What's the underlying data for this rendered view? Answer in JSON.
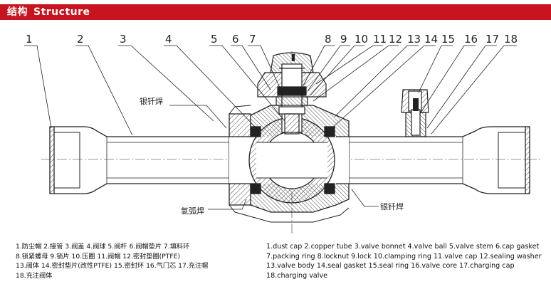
{
  "header": {
    "title_cn": "结构",
    "title_en": "Structure",
    "bar_color": "#c8141e"
  },
  "callouts": [
    "1",
    "2",
    "3",
    "4",
    "5",
    "6",
    "7",
    "8",
    "9",
    "10",
    "11",
    "12",
    "13",
    "14",
    "15",
    "16",
    "17",
    "18"
  ],
  "annotations": {
    "silver_solder_top": "银钎焊",
    "argon_arc_weld": "氩弧焊",
    "silver_solder_right": "银钎焊"
  },
  "legend_cn": [
    "1.防尘帽  2.接管    3.阀盖  4.阀球    5.阀杆  6.阀帽垫片  7.填料环",
    "8.锁紧螺母  9.锁片  10.压圈  11.阀帽  12.密封垫圈(PTFE)",
    "13.阀体  14.密封垫片(改性PTFE)  15.密封环  16.气门芯  17.充注帽",
    "18.充注阀体"
  ],
  "legend_en": [
    "1.dust cap  2.copper tube  3.valve bonnet  4.valve ball  5.valve stem  6.cap gasket",
    "7.packing ring  8.locknut  9.lock  10.clamping ring  11.valve cap  12.sealing washer",
    "13.valve body  14.seal gasket  15.seal ring  16.valve core  17.charging cap",
    "18.charging valve"
  ]
}
